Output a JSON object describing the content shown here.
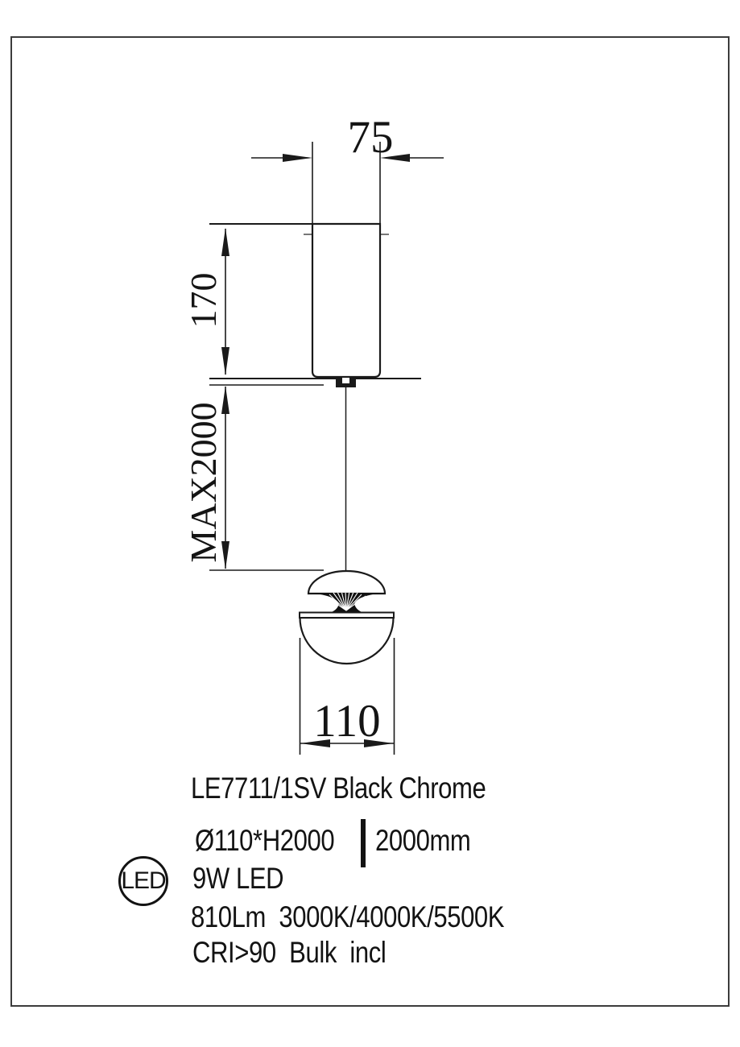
{
  "colors": {
    "ink": "#1a1a1a",
    "frame_border": "#3c3c3c",
    "background": "#ffffff"
  },
  "dimensions": {
    "canopy_width": "75",
    "canopy_height": "170",
    "max_suspension": "MAX2000",
    "shade_diameter": "110"
  },
  "specs": {
    "model": "LE7711/1SV Black Chrome",
    "size": "Ø110*H2000",
    "cable_length": "2000mm",
    "led_badge": "LED",
    "power": "9W LED",
    "lumen_cct": "810Lm  3000K/4000K/5500K",
    "cri_bulb": "CRI>90  Bulk  incl"
  }
}
